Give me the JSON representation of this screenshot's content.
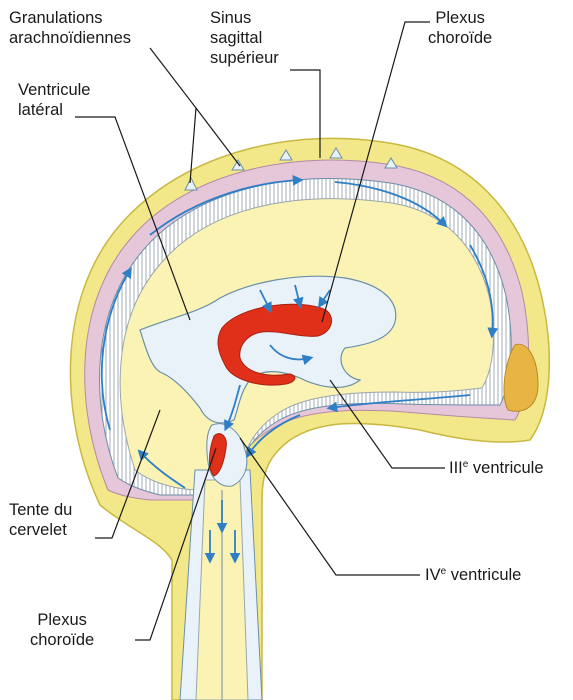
{
  "labels": {
    "granulations": [
      "Granulations",
      "arachnoïdiennes"
    ],
    "sinus": [
      "Sinus",
      "sagittal",
      "supérieur"
    ],
    "plexus_top": [
      "Plexus",
      "choroïde"
    ],
    "ventricule_lateral": [
      "Ventricule",
      "latéral"
    ],
    "troisieme_ventricule": {
      "prefix": "III",
      "sup": "e",
      "text": " ventricule"
    },
    "tente": [
      "Tente du",
      "cervelet"
    ],
    "quatrieme_ventricule": {
      "prefix": "IV",
      "sup": "e",
      "text": " ventricule"
    },
    "plexus_bottom": [
      "Plexus",
      "choroïde"
    ]
  },
  "colors": {
    "skull": "#f2e88a",
    "skull_edge": "#c8b840",
    "dura": "#e6c6d9",
    "brain": "#fbf3b4",
    "csf": "#e9f2f8",
    "csf_edge": "#6b8fa8",
    "arrow": "#2f7fc6",
    "plexus": "#e0301a",
    "bone_spot": "#e8b545",
    "leader": "#1a1a1a"
  }
}
